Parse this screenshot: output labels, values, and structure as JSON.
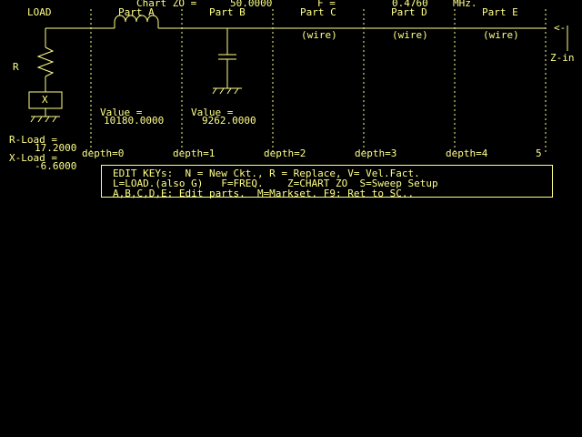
{
  "header": {
    "chart_z0_label": "Chart ZO =",
    "chart_z0_value": "50.0000",
    "freq_label": "F =",
    "freq_value": "0.4760",
    "freq_unit": "MHz."
  },
  "columns": {
    "load": "LOAD",
    "part_a": "Part A",
    "part_b": "Part B",
    "part_c": "Part C",
    "part_d": "Part D",
    "part_e": "Part E",
    "wire_c": "(wire)",
    "wire_d": "(wire)",
    "wire_e": "(wire)"
  },
  "input": {
    "arrow": "<-",
    "label": "Z-in"
  },
  "load": {
    "r_symbol": "R",
    "x_symbol": "X",
    "r_label": "R-Load =",
    "r_value": "17.2000",
    "x_label": "X-Load =",
    "x_value": "-6.6000"
  },
  "parts": {
    "a_value_label": "Value =",
    "a_value": "10180.0000",
    "b_value_label": "Value =",
    "b_value": "9262.0000"
  },
  "depths": [
    "depth=0",
    "depth=1",
    "depth=2",
    "depth=3",
    "depth=4",
    "5"
  ],
  "edit_keys": {
    "line1": "EDIT KEYs:  N = New Ckt., R = Replace, V= Vel.Fact.",
    "line2": "L=LOAD.(also G)   F=FREQ.    Z=CHART ZO  S=Sweep Setup",
    "line3": "A,B,C,D,E: Edit parts.  M=Markset. F9: Ret to SC.."
  }
}
